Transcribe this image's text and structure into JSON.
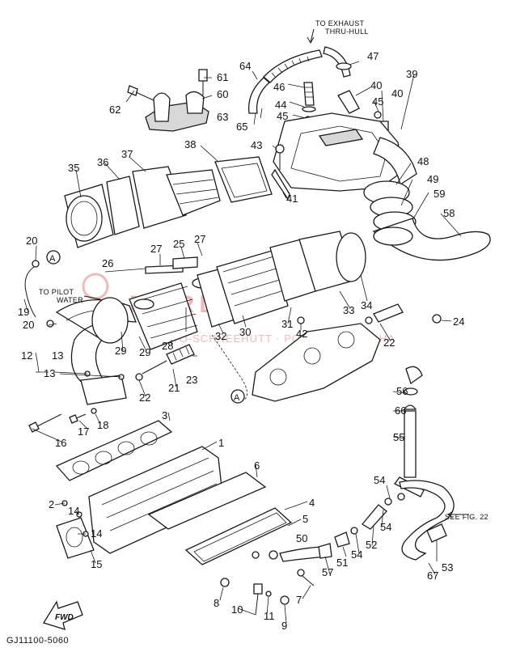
{
  "notes": {
    "to_exhaust_1": "TO EXHAUST",
    "to_exhaust_2": "THRU-HULL",
    "to_pilot_1": "TO PILOT",
    "to_pilot_2": "WATER",
    "see_fig": "SEE FIG. 22",
    "fwd": "FWD",
    "ref_a": "A",
    "diagram_code": "GJ11100-5060"
  },
  "watermark": {
    "brand": "MARLIN",
    "tagline": "MOTO-SCHNEEHUTT · POLARIS · YAMAHA"
  },
  "labels": {
    "p1": "1",
    "p2": "2",
    "p3": "3",
    "p4": "4",
    "p5": "5",
    "p6": "6",
    "p7": "7",
    "p8": "8",
    "p9": "9",
    "p10": "10",
    "p11": "11",
    "p12": "12",
    "p13": "13",
    "p13b": "13",
    "p14": "14",
    "p14b": "14",
    "p15": "15",
    "p16": "16",
    "p17": "17",
    "p18": "18",
    "p19": "19",
    "p20": "20",
    "p20b": "20",
    "p21": "21",
    "p22": "22",
    "p22b": "22",
    "p23": "23",
    "p24": "24",
    "p25": "25",
    "p26": "26",
    "p27": "27",
    "p27b": "27",
    "p28": "28",
    "p29": "29",
    "p29b": "29",
    "p30": "30",
    "p31": "31",
    "p32": "32",
    "p33": "33",
    "p34": "34",
    "p35": "35",
    "p36": "36",
    "p37": "37",
    "p38": "38",
    "p39": "39",
    "p40": "40",
    "p40b": "40",
    "p41": "41",
    "p42": "42",
    "p43": "43",
    "p44": "44",
    "p45": "45",
    "p45b": "45",
    "p46": "46",
    "p47": "47",
    "p48": "48",
    "p49": "49",
    "p50": "50",
    "p51": "51",
    "p52": "52",
    "p53": "53",
    "p54": "54",
    "p54b": "54",
    "p54c": "54",
    "p55": "55",
    "p56": "56",
    "p57": "57",
    "p58": "58",
    "p59": "59",
    "p60": "60",
    "p61": "61",
    "p62": "62",
    "p63": "63",
    "p64": "64",
    "p65": "65",
    "p66": "66",
    "p67": "67"
  }
}
